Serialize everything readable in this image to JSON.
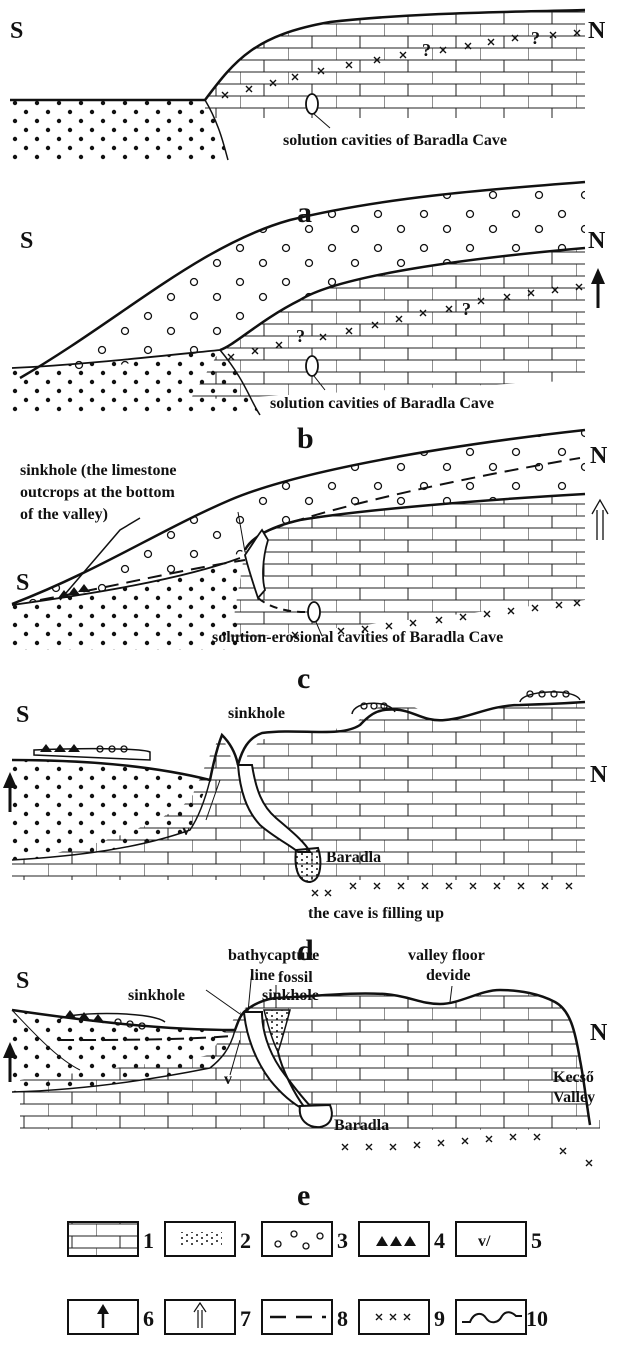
{
  "directions": {
    "south": "S",
    "north": "N"
  },
  "panels": {
    "a": {
      "letter": "a",
      "cavity_label": "solution cavities of Baradla Cave",
      "question_mark": "?"
    },
    "b": {
      "letter": "b",
      "cavity_label": "solution cavities of Baradla Cave",
      "question_mark": "?"
    },
    "c": {
      "letter": "c",
      "sinkhole_label": [
        "sinkhole (the limestone",
        "outcrops at the bottom",
        "of the valley)"
      ],
      "cavity_label": "solution-erosional cavities of Baradla Cave"
    },
    "d": {
      "letter": "d",
      "sinkhole_label": "sinkhole",
      "cave_label": "Baradla",
      "filling_label": "the cave is filling up",
      "v_mark": "v"
    },
    "e": {
      "letter": "e",
      "bathycapture_label": [
        "bathycapture",
        "line"
      ],
      "sinkhole_label": "sinkhole",
      "fossil_sinkhole_label": [
        "fossil",
        "sinkhole"
      ],
      "divide_label": [
        "valley floor",
        "devide"
      ],
      "valley_label": [
        "Kecső",
        "Valley"
      ],
      "cave_label": "Baradla",
      "v_mark": "v"
    }
  },
  "legend": [
    {
      "number": "1",
      "symbol": "limestone-brick-pattern"
    },
    {
      "number": "2",
      "symbol": "dotted-sand-pattern"
    },
    {
      "number": "3",
      "symbol": "gravel-circles"
    },
    {
      "number": "4",
      "symbol": "black-triangles"
    },
    {
      "number": "5",
      "symbol": "v-slash-mark",
      "mark_text": "v/"
    },
    {
      "number": "6",
      "symbol": "solid-up-arrow"
    },
    {
      "number": "7",
      "symbol": "double-line-up-arrow"
    },
    {
      "number": "8",
      "symbol": "dashed-line"
    },
    {
      "number": "9",
      "symbol": "cross-marks"
    },
    {
      "number": "10",
      "symbol": "wavy-line"
    }
  ]
}
